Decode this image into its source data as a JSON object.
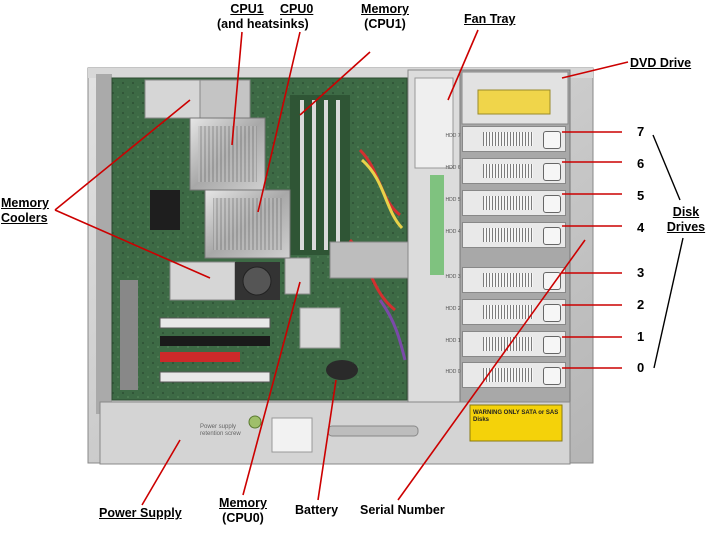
{
  "labels": {
    "cpu1_title": "CPU1",
    "cpu1_sub": "(and heatsinks)",
    "cpu0_title": "CPU0",
    "memory_cpu1_title": "Memory",
    "memory_cpu1_sub": "(CPU1)",
    "fan_tray": "Fan Tray",
    "dvd_drive": "DVD Drive",
    "memory_coolers_1": "Memory",
    "memory_coolers_2": "Coolers",
    "disk_drives_1": "Disk",
    "disk_drives_2": "Drives",
    "power_supply": "Power Supply",
    "memory_cpu0_title": "Memory",
    "memory_cpu0_sub": "(CPU0)",
    "battery": "Battery",
    "serial_number": "Serial Number"
  },
  "drive_numbers": [
    "7",
    "6",
    "5",
    "4",
    "3",
    "2",
    "1",
    "0"
  ],
  "bay_labels": [
    "HDD 7",
    "HDD 6",
    "HDD 5",
    "HDD 4",
    "HDD 3",
    "HDD 2",
    "HDD 1",
    "HDD 0"
  ],
  "psu_text_1": "Power supply",
  "psu_text_2": "retention screw",
  "warning_text": "WARNING ONLY SATA or SAS Disks",
  "colors": {
    "chassis": "#c8c8c8",
    "board": "#3f6b44",
    "leader_line": "#cc0000",
    "warning": "#f4d20a"
  }
}
